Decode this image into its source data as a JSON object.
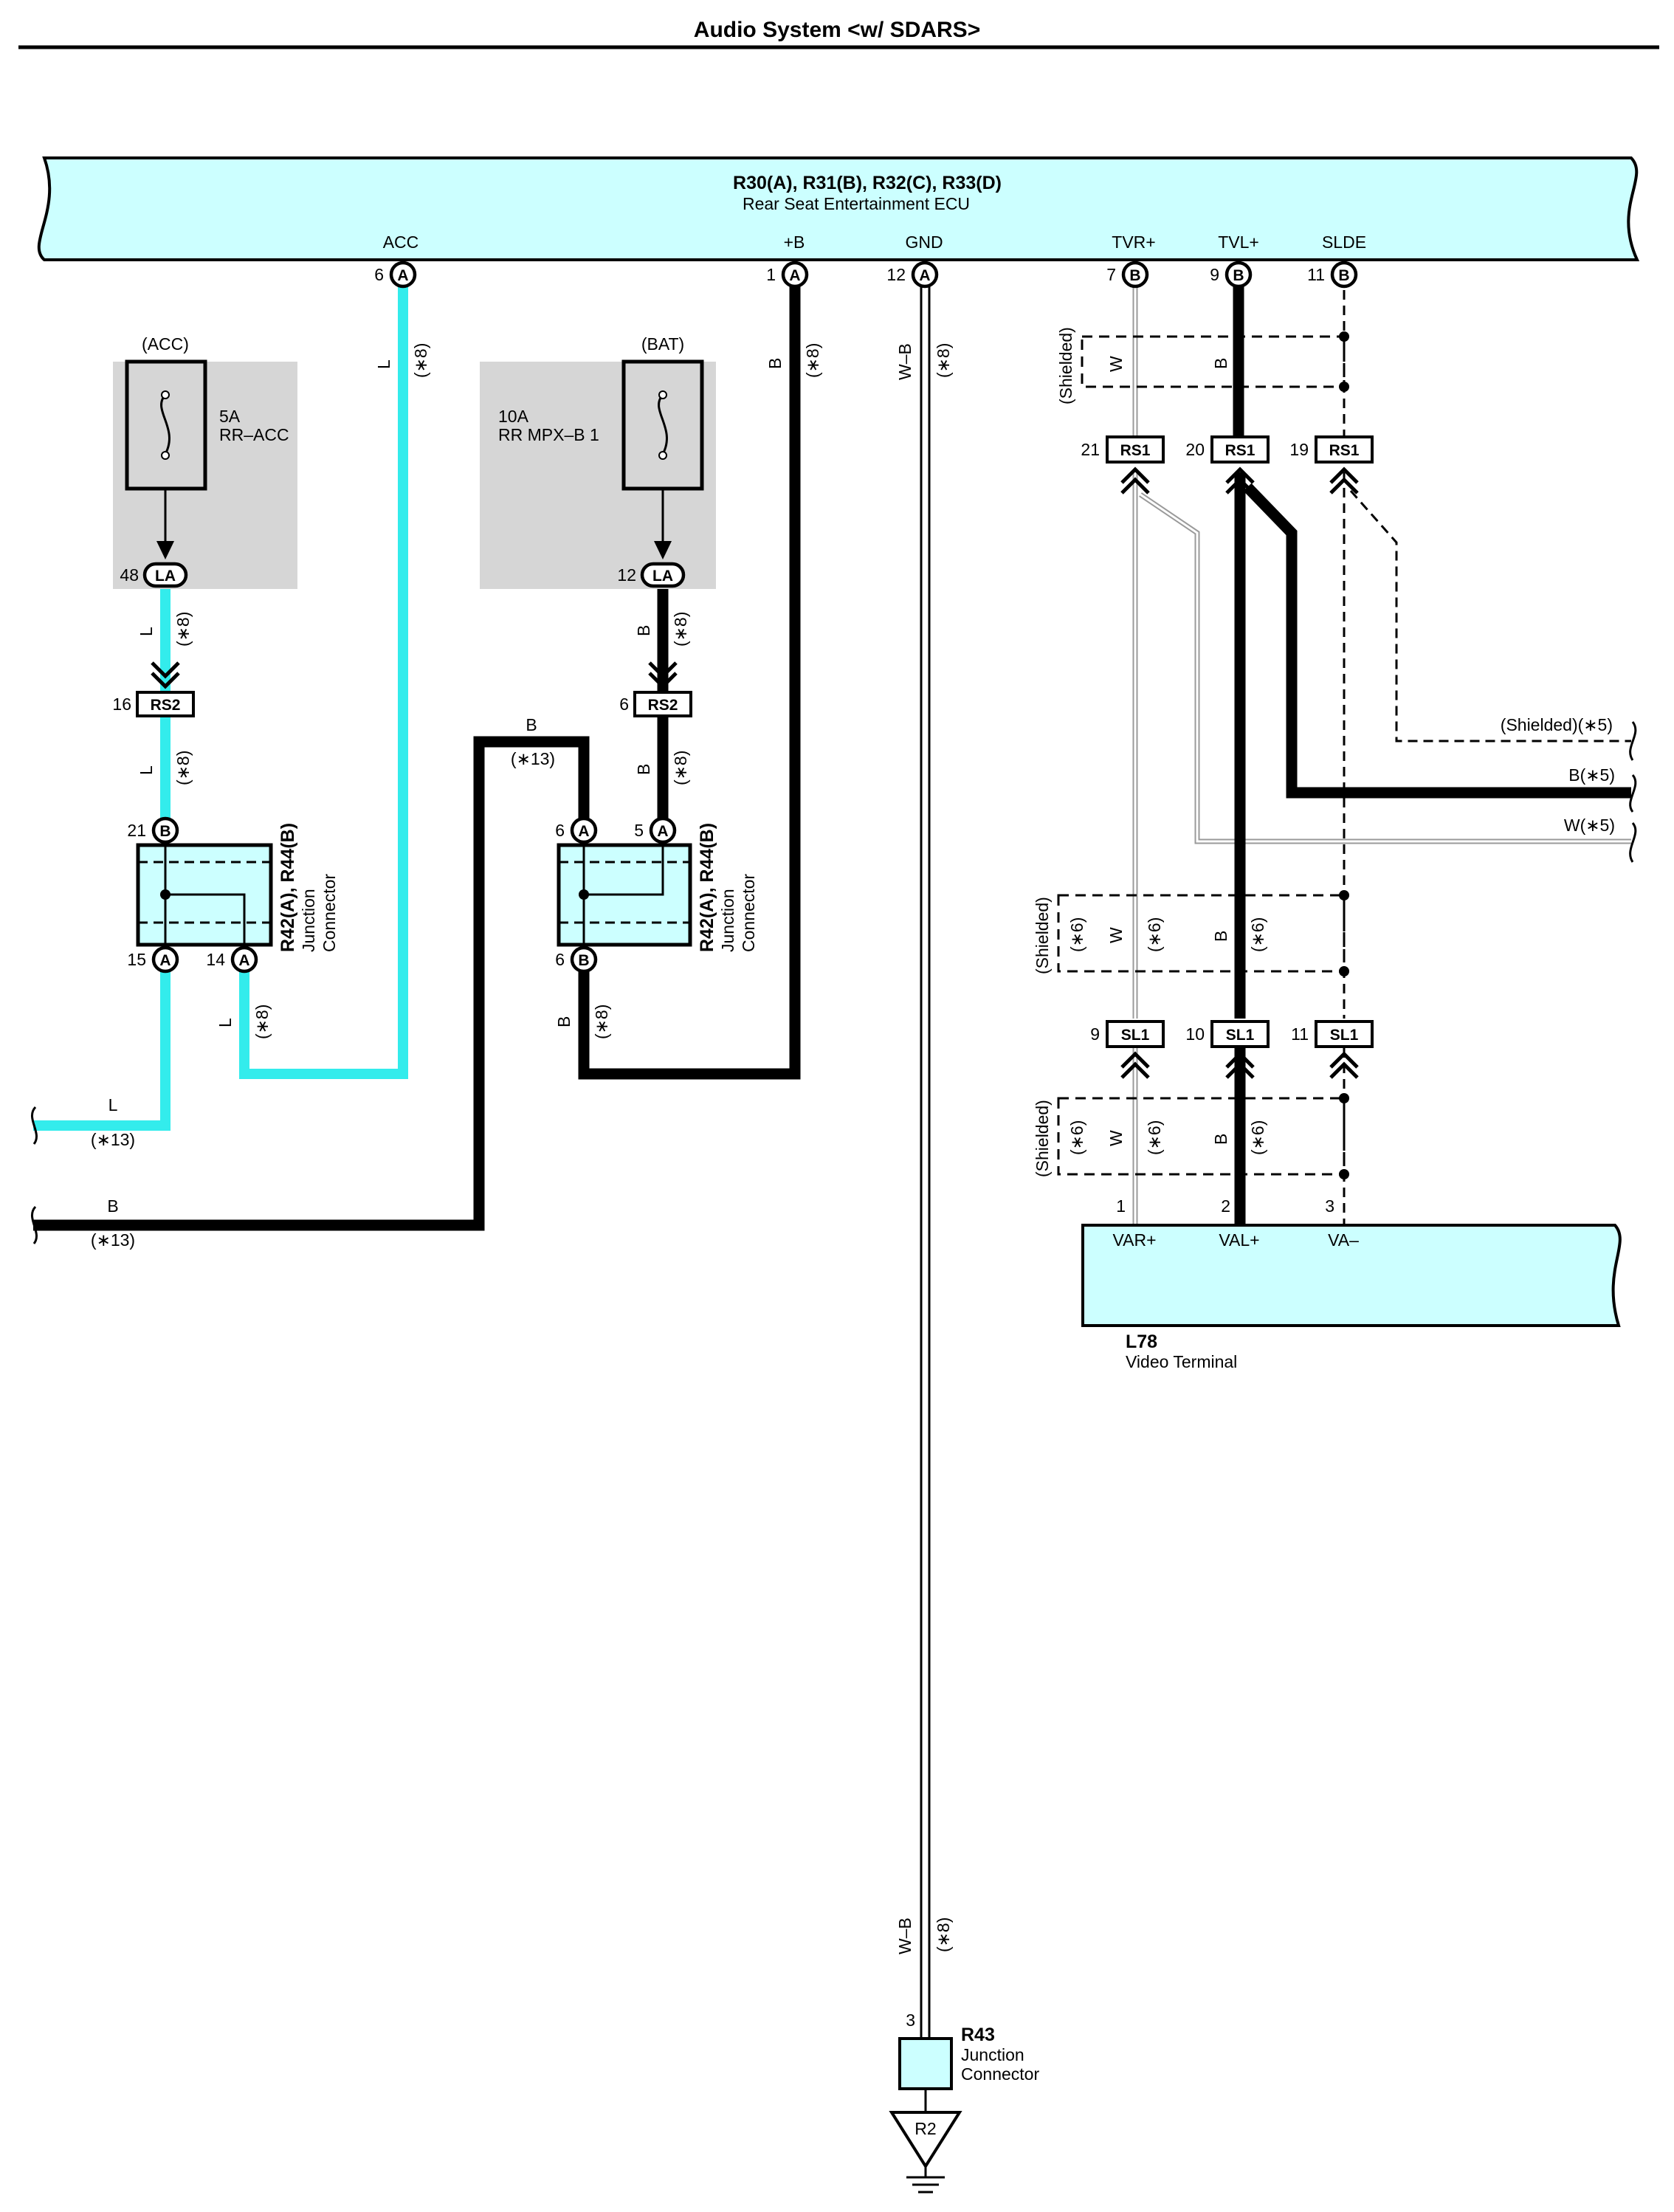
{
  "title": "Audio System <w/ SDARS>",
  "ecu": {
    "code": "R30(A), R31(B), R32(C), R33(D)",
    "name": "Rear Seat Entertainment ECU",
    "terminals": [
      {
        "label": "ACC",
        "pin": "6",
        "conn": "A"
      },
      {
        "label": "+B",
        "pin": "1",
        "conn": "A"
      },
      {
        "label": "GND",
        "pin": "12",
        "conn": "A"
      },
      {
        "label": "TVR+",
        "pin": "7",
        "conn": "B"
      },
      {
        "label": "TVL+",
        "pin": "9",
        "conn": "B"
      },
      {
        "label": "SLDE",
        "pin": "11",
        "conn": "B"
      }
    ]
  },
  "fuses": [
    {
      "source": "(ACC)",
      "rating": "5A",
      "name": "RR–ACC",
      "pin": "48",
      "conn": "LA"
    },
    {
      "source": "(BAT)",
      "rating": "10A",
      "name": "RR MPX–B 1",
      "pin": "12",
      "conn": "LA"
    }
  ],
  "rs2_left": {
    "pin": "16",
    "code": "RS2"
  },
  "rs2_right": {
    "pin": "6",
    "code": "RS2"
  },
  "junction_left": {
    "code": "R42(A), R44(B)",
    "name1": "Junction",
    "name2": "Connector",
    "top_pin": "21",
    "top_conn": "B",
    "bot_pin1": "15",
    "bot_conn1": "A",
    "bot_pin2": "14",
    "bot_conn2": "A"
  },
  "junction_right": {
    "code": "R42(A), R44(B)",
    "name1": "Junction",
    "name2": "Connector",
    "top_pin1": "6",
    "top_conn1": "A",
    "top_pin2": "5",
    "top_conn2": "A",
    "bot_pin": "6",
    "bot_conn": "B"
  },
  "wire_labels": {
    "L": "L",
    "B": "B",
    "W": "W",
    "WB": "W–B",
    "n8": "(∗8)",
    "n13": "(∗13)",
    "n6": "(∗6)",
    "shielded": "(Shielded)",
    "ext_shielded": "(Shielded)(∗5)",
    "ext_b": "B(∗5)",
    "ext_w": "W(∗5)"
  },
  "rs1": [
    {
      "pin": "21",
      "code": "RS1"
    },
    {
      "pin": "20",
      "code": "RS1"
    },
    {
      "pin": "19",
      "code": "RS1"
    }
  ],
  "sl1": [
    {
      "pin": "9",
      "code": "SL1"
    },
    {
      "pin": "10",
      "code": "SL1"
    },
    {
      "pin": "11",
      "code": "SL1"
    }
  ],
  "video_terminal": {
    "code": "L78",
    "name": "Video Terminal",
    "pins": [
      {
        "pin": "1",
        "label": "VAR+"
      },
      {
        "pin": "2",
        "label": "VAL+"
      },
      {
        "pin": "3",
        "label": "VA–"
      }
    ]
  },
  "r43": {
    "code": "R43",
    "name1": "Junction",
    "name2": "Connector",
    "pin": "3"
  },
  "ground": {
    "code": "R2"
  }
}
